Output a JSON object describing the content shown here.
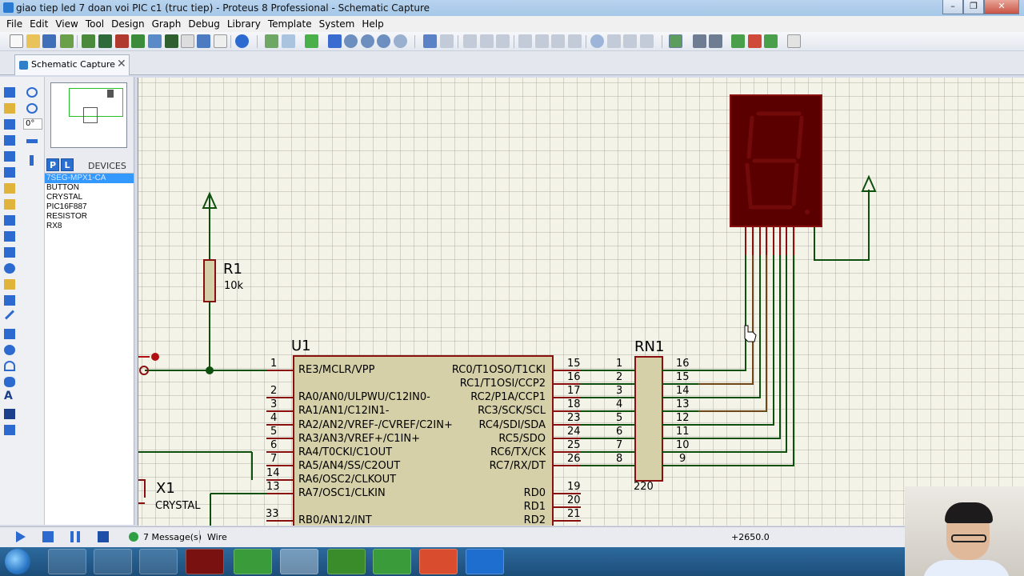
{
  "window": {
    "title": "giao tiep led 7 doan voi PIC c1 (truc tiep) - Proteus 8 Professional - Schematic Capture",
    "controls": [
      "–",
      "❐",
      "✕"
    ]
  },
  "menu": [
    "File",
    "Edit",
    "View",
    "Tool",
    "Design",
    "Graph",
    "Debug",
    "Library",
    "Template",
    "System",
    "Help"
  ],
  "tab": {
    "label": "Schematic Capture",
    "close": "✕"
  },
  "side_panel": {
    "rotation": "0°",
    "devices_title": "DEVICES",
    "p_button": "P",
    "l_button": "L",
    "devices": [
      "7SEG-MPX1-CA",
      "BUTTON",
      "CRYSTAL",
      "PIC16F887",
      "RESISTOR",
      "RX8"
    ],
    "selected_device": "7SEG-MPX1-CA"
  },
  "schematic": {
    "r1": {
      "ref": "R1",
      "value": "10k"
    },
    "u1": {
      "ref": "U1",
      "left_pins": [
        {
          "num": "1",
          "name": "RE3/MCLR/VPP"
        },
        {
          "num": "2",
          "name": "RA0/AN0/ULPWU/C12IN0-"
        },
        {
          "num": "3",
          "name": "RA1/AN1/C12IN1-"
        },
        {
          "num": "4",
          "name": "RA2/AN2/VREF-/CVREF/C2IN+"
        },
        {
          "num": "5",
          "name": "RA3/AN3/VREF+/C1IN+"
        },
        {
          "num": "6",
          "name": "RA4/T0CKI/C1OUT"
        },
        {
          "num": "7",
          "name": "RA5/AN4/SS/C2OUT"
        },
        {
          "num": "14",
          "name": "RA6/OSC2/CLKOUT"
        },
        {
          "num": "13",
          "name": "RA7/OSC1/CLKIN"
        },
        {
          "num": "33",
          "name": "RB0/AN12/INT"
        }
      ],
      "right_pins": [
        {
          "num": "15",
          "name": "RC0/T1OSO/T1CKI"
        },
        {
          "num": "16",
          "name": "RC1/T1OSI/CCP2"
        },
        {
          "num": "17",
          "name": "RC2/P1A/CCP1"
        },
        {
          "num": "18",
          "name": "RC3/SCK/SCL"
        },
        {
          "num": "23",
          "name": "RC4/SDI/SDA"
        },
        {
          "num": "24",
          "name": "RC5/SDO"
        },
        {
          "num": "25",
          "name": "RC6/TX/CK"
        },
        {
          "num": "26",
          "name": "RC7/RX/DT"
        },
        {
          "num": "19",
          "name": "RD0"
        },
        {
          "num": "20",
          "name": "RD1"
        },
        {
          "num": "21",
          "name": "RD2"
        }
      ]
    },
    "rn1": {
      "ref": "RN1",
      "value": "220",
      "left_pins": [
        "1",
        "2",
        "3",
        "4",
        "5",
        "6",
        "7",
        "8"
      ],
      "right_pins": [
        "16",
        "15",
        "14",
        "13",
        "12",
        "11",
        "10",
        "9"
      ]
    },
    "x1": {
      "ref": "X1",
      "value": "CRYSTAL"
    },
    "display": {
      "segment_digit": "8"
    }
  },
  "status": {
    "messages": "7 Message(s)",
    "mode": "Wire",
    "coordinate": "+2650.0"
  },
  "colors": {
    "wire": "#0d4f0d",
    "component_outline": "#8a1010",
    "component_fill": "#d5d0a8",
    "display_body": "#5a0000",
    "canvas": "#f4f3e8"
  }
}
